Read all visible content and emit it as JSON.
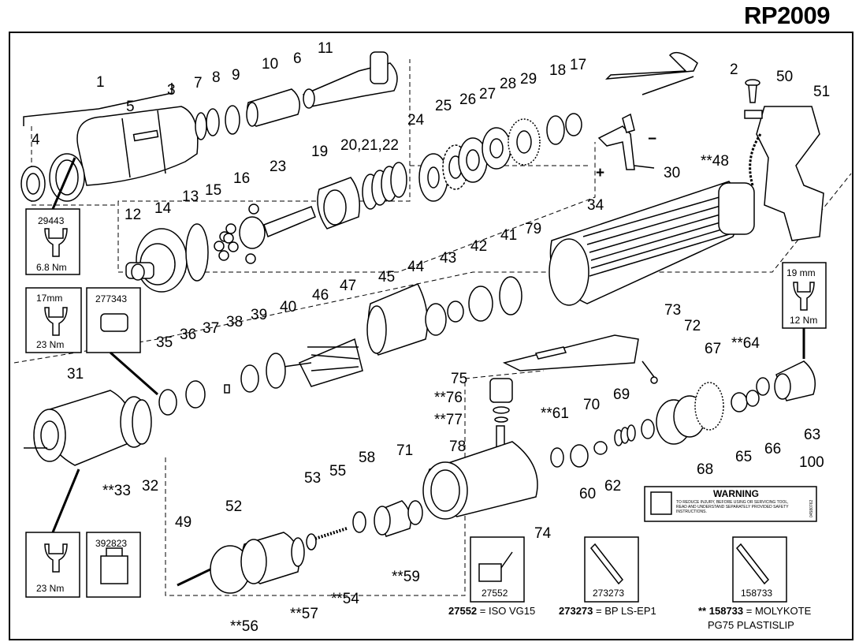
{
  "title": "RP2009",
  "part_labels": [
    "1",
    "2",
    "3",
    "4",
    "5",
    "6",
    "7",
    "8",
    "9",
    "10",
    "11",
    "12",
    "13",
    "14",
    "15",
    "16",
    "17",
    "18",
    "19",
    "20,21,22",
    "23",
    "24",
    "25",
    "26",
    "27",
    "28",
    "29",
    "30",
    "31",
    "**33",
    "32",
    "34",
    "35",
    "36",
    "37",
    "38",
    "39",
    "40",
    "41",
    "42",
    "43",
    "44",
    "45",
    "46",
    "47",
    "**48",
    "49",
    "50",
    "51",
    "52",
    "53",
    "**54",
    "55",
    "**56",
    "**57",
    "58",
    "**59",
    "60",
    "**61",
    "62",
    "63",
    "**64",
    "65",
    "66",
    "67",
    "68",
    "69",
    "70",
    "71",
    "72",
    "73",
    "74",
    "75",
    "**76",
    "**77",
    "78",
    "79",
    "100"
  ],
  "tool_boxes": {
    "wrench_29443": {
      "part": "29443",
      "torque": "6.8 Nm"
    },
    "wrench_17mm": {
      "size": "17mm",
      "torque": "23 Nm"
    },
    "tool_277343": {
      "part": "277343"
    },
    "wrench_19mm": {
      "size": "19 mm",
      "torque": "12 Nm"
    },
    "wrench_23": {
      "torque": "23 Nm"
    },
    "tool_392823": {
      "part": "392823"
    }
  },
  "lubricants": {
    "oil": {
      "part": "27552",
      "desc": "= ISO VG15"
    },
    "grease": {
      "part": "273273",
      "desc": "= BP LS-EP1"
    },
    "molykote": {
      "prefix": "**",
      "part": "158733",
      "desc": "= MOLYKOTE",
      "desc2": "PG75 PLASTISLIP"
    }
  },
  "warning_label": {
    "heading": "WARNING",
    "body": "TO REDUCE INJURY, BEFORE USING OR SERVICING TOOL, READ AND UNDERSTAND SEPARATELY PROVIDED SAFETY INSTRUCTIONS.",
    "code": "04580762"
  },
  "direction_marks": {
    "minus": "−",
    "plus": "+"
  }
}
